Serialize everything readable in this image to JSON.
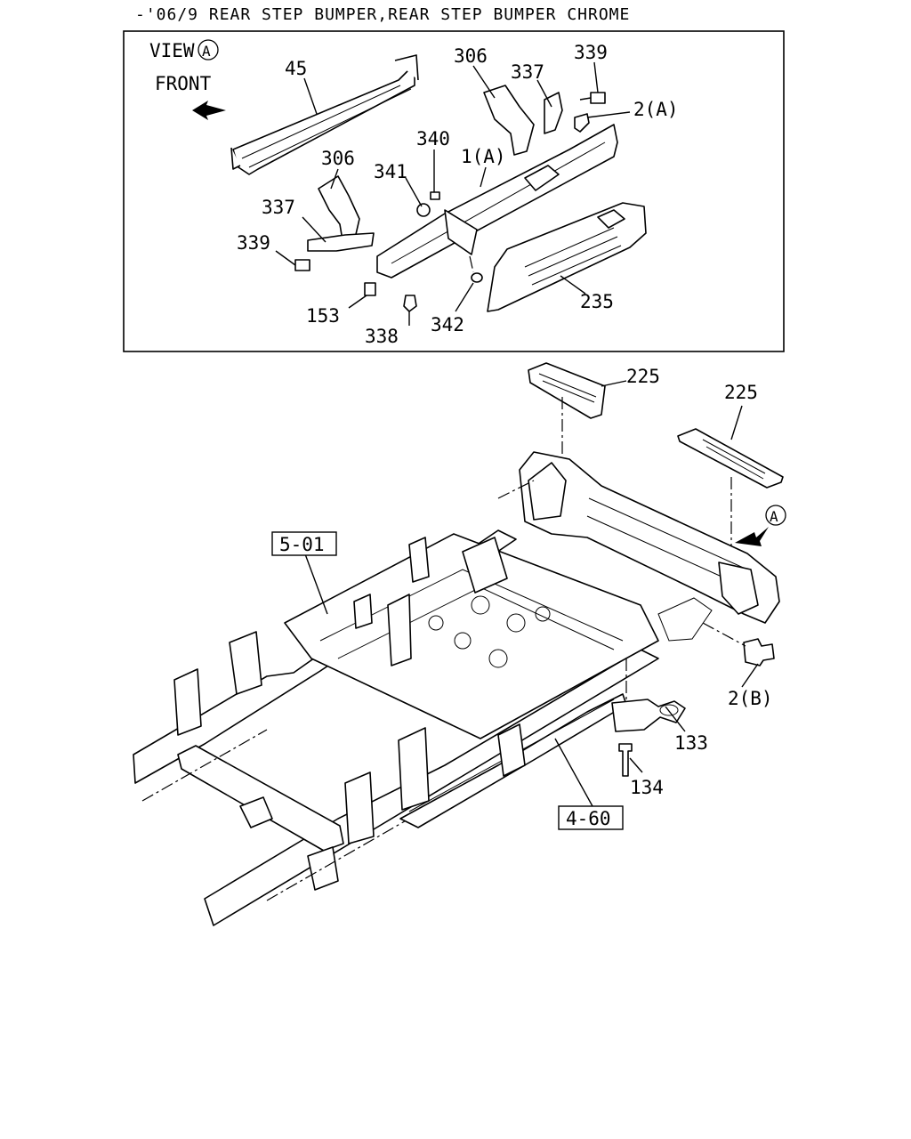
{
  "header": {
    "title": "-'06/9 REAR STEP BUMPER,REAR STEP BUMPER CHROME"
  },
  "inset": {
    "view_label": "VIEW",
    "view_circle": "A",
    "front_label": "FRONT"
  },
  "callouts": {
    "c45": "45",
    "c306a": "306",
    "c337a": "337",
    "c339a": "339",
    "c2a": "2(A)",
    "c340": "340",
    "c341": "341",
    "c1a": "1(A)",
    "c306b": "306",
    "c337b": "337",
    "c339b": "339",
    "c153": "153",
    "c338": "338",
    "c342": "342",
    "c235": "235",
    "c225a": "225",
    "c225b": "225",
    "cA": "A",
    "c2b": "2(B)",
    "c133": "133",
    "c134": "134"
  },
  "refs": {
    "r501": "5-01",
    "r460": "4-60"
  }
}
